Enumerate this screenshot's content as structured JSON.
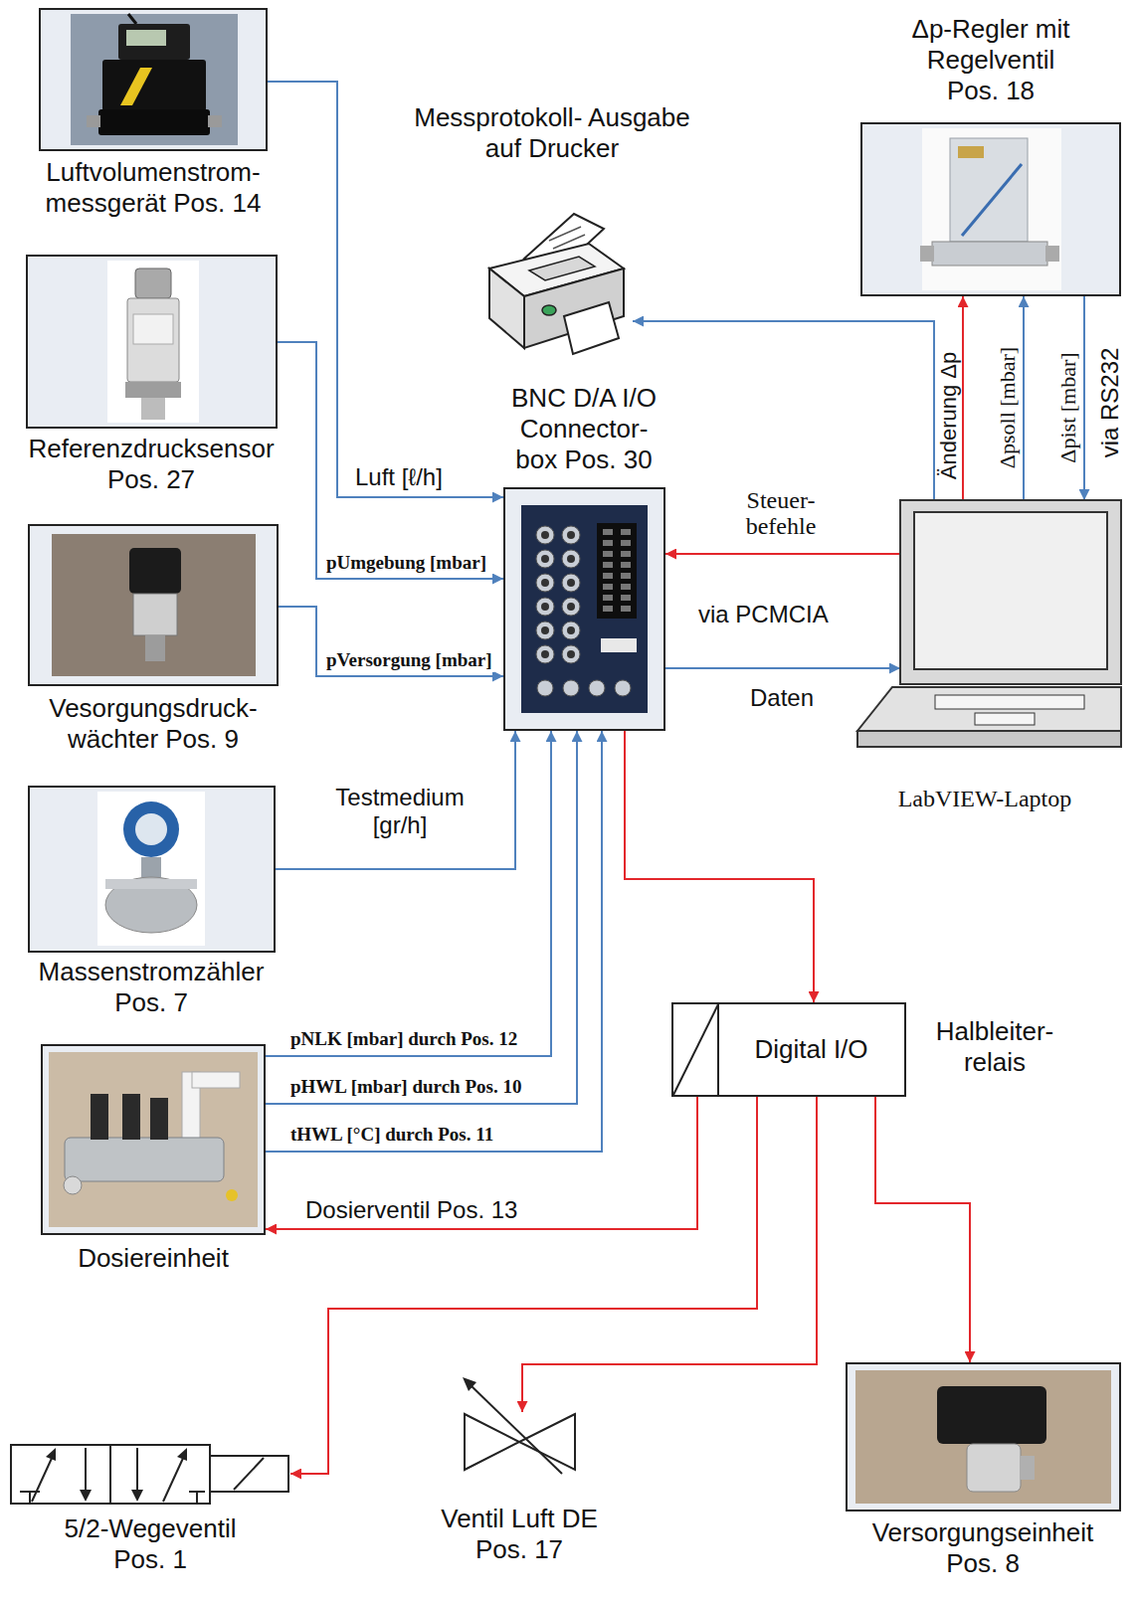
{
  "diagram": {
    "nodes": [
      {
        "text": [
          "Luftvolumenstrom- messgerät Pos. 14"
        ]
      },
      {
        "text": [
          "Messprotokoll- Ausgabe auf Drucker"
        ]
      },
      {
        "text": [
          "Δp-Regler mit Regelventil Pos. 18"
        ]
      },
      {
        "text": [
          "Referenzdrucksensor Pos. 27"
        ]
      },
      {
        "text": [
          "BNC D/A I/O Connector- box Pos. 30"
        ]
      },
      {
        "text": [
          "Vesorgungsdruck- wächter Pos. 9"
        ]
      },
      {
        "text": [
          "LabVIEW-Laptop"
        ]
      },
      {
        "text": [
          "Massenstromzähler Pos. 7"
        ]
      },
      {
        "text": [
          "Digital I/O",
          "Halbleiter- relais"
        ]
      },
      {
        "text": [
          "Dosiereinheit"
        ]
      },
      {
        "text": [
          "5/2-Wegeventil Pos. 1"
        ]
      },
      {
        "text": [
          "Ventil Luft DE Pos. 17"
        ]
      },
      {
        "text": [
          "Versorgungseinheit Pos. 8"
        ]
      }
    ],
    "edges": [
      {
        "from": 0,
        "to": 4,
        "label": "Luft [ℓ/h]",
        "arrow": "to"
      },
      {
        "from": 3,
        "to": 4,
        "label": "pUmgebung [mbar]",
        "arrow": "to"
      },
      {
        "from": 5,
        "to": 4,
        "label": "pVersorgung [mbar]",
        "arrow": "to"
      },
      {
        "from": 7,
        "to": 4,
        "label": "Testmedium [gr/h]",
        "arrow": "to"
      },
      {
        "from": 9,
        "to": 4,
        "label": "pNLK [mbar] durch Pos. 12",
        "arrow": "to"
      },
      {
        "from": 9,
        "to": 4,
        "label": "pHWL [mbar] durch Pos. 10",
        "arrow": "to"
      },
      {
        "from": 9,
        "to": 4,
        "label": "tHWL [°C] durch Pos. 11",
        "arrow": "to"
      },
      {
        "from": 6,
        "to": 4,
        "label": "Steuer- befehle",
        "arrow": "to"
      },
      {
        "from": 4,
        "to": 6,
        "label": "Daten",
        "arrow": "to"
      },
      {
        "from": 6,
        "to": 1,
        "arrow": "to"
      },
      {
        "from": 6,
        "to": 2,
        "label": "Änderung Δp",
        "arrow": "to"
      },
      {
        "from": 6,
        "to": 2,
        "label": "Δpsoll [mbar]",
        "arrow": "to"
      },
      {
        "from": 2,
        "to": 6,
        "label": "Δpist [mbar]",
        "arrow": "to"
      },
      {
        "from": 4,
        "to": 8,
        "arrow": "to"
      },
      {
        "from": 8,
        "to": 9,
        "label": "Dosierventil Pos. 13",
        "arrow": "to"
      },
      {
        "from": 8,
        "to": 10,
        "arrow": "to"
      },
      {
        "from": 8,
        "to": 11,
        "arrow": "to"
      },
      {
        "from": 8,
        "to": 12,
        "arrow": "to"
      }
    ],
    "labels": [
      "via PCMCIA",
      "via RS232"
    ]
  }
}
